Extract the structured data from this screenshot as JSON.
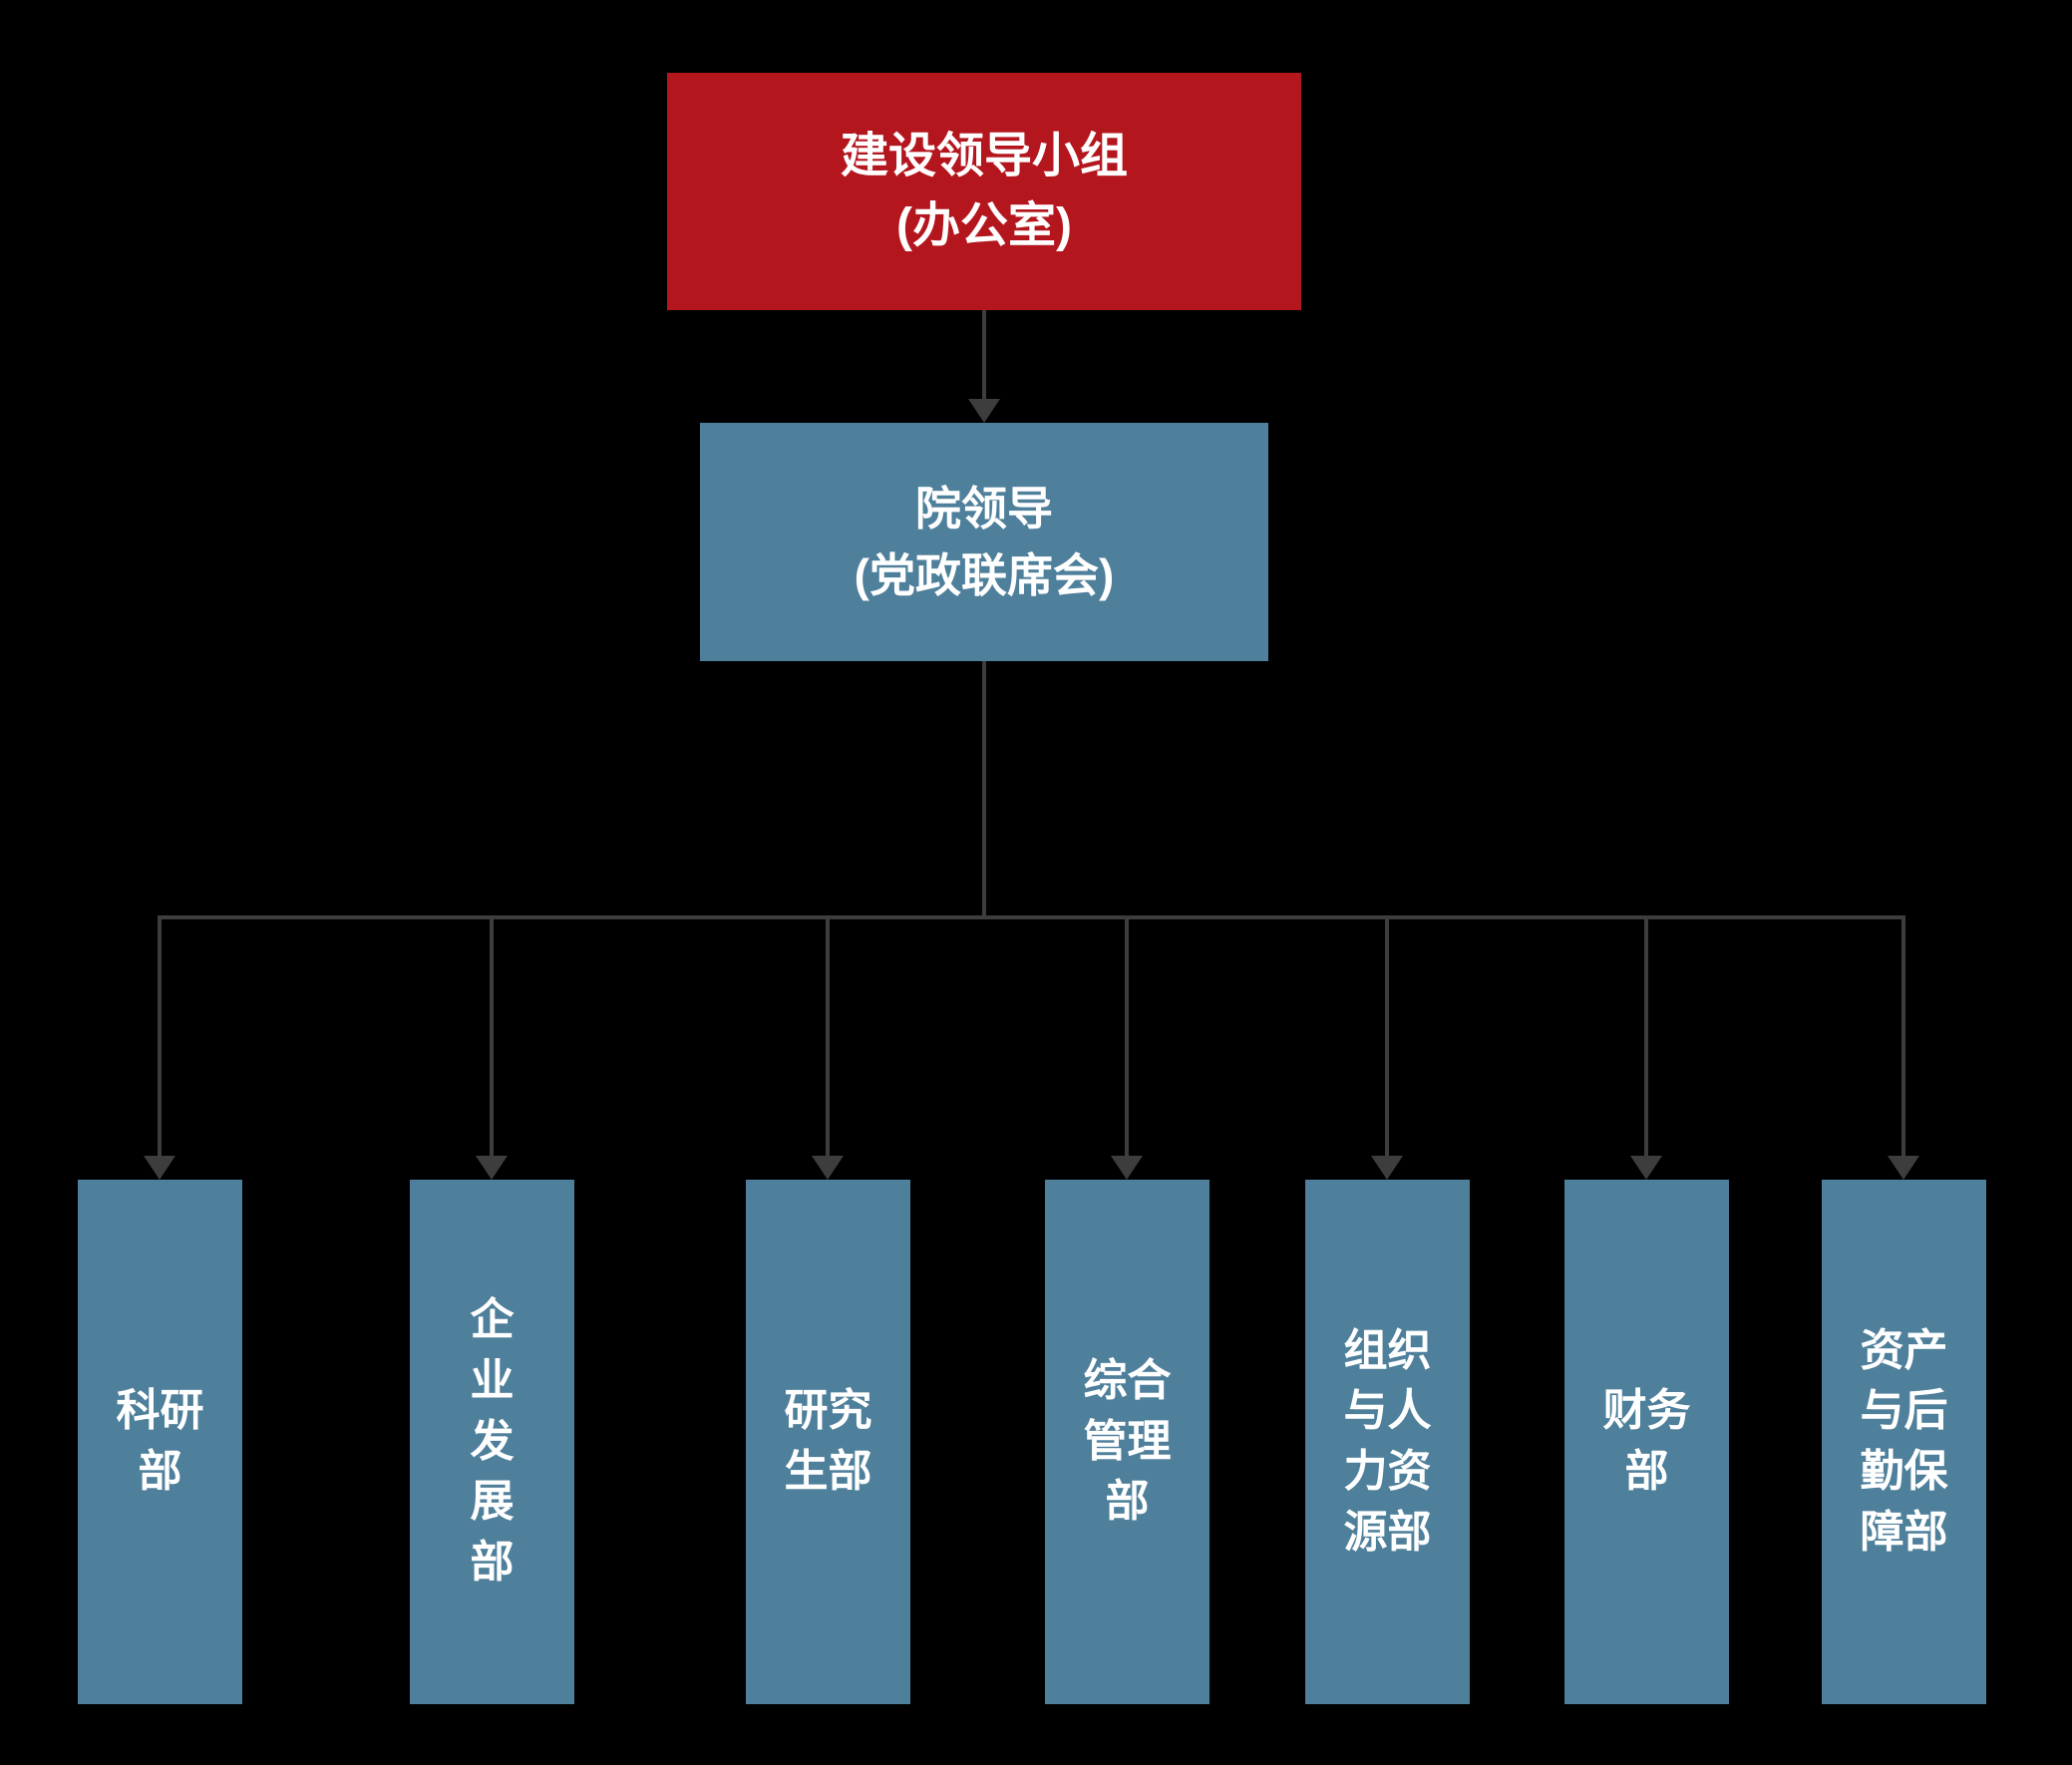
{
  "diagram": {
    "colors": {
      "background": "#000000",
      "root_box": "#b4161e",
      "dept_box": "#4e7f9b",
      "connector": "#3d3d3d",
      "text": "#ffffff"
    },
    "root_box": {
      "name": "建设领导小组(办公室)",
      "lines": [
        "建设领导小组",
        "(办公室)"
      ]
    },
    "leader_box": {
      "name": "院领导(党政联席会)",
      "lines": [
        "院领导",
        "(党政联席会)"
      ]
    },
    "departments": [
      {
        "name": "科研部",
        "lines": [
          "科研",
          "部"
        ]
      },
      {
        "name": "企业发展部",
        "lines": [
          "企",
          "业",
          "发",
          "展",
          "部"
        ]
      },
      {
        "name": "研究生部",
        "lines": [
          "研究",
          "生部"
        ]
      },
      {
        "name": "综合管理部",
        "lines": [
          "综合",
          "管理",
          "部"
        ]
      },
      {
        "name": "组织与人力资源部",
        "lines": [
          "组织",
          "与人",
          "力资",
          "源部"
        ]
      },
      {
        "name": "财务部",
        "lines": [
          "财务",
          "部"
        ]
      },
      {
        "name": "资产与后勤保障部",
        "lines": [
          "资产",
          "与后",
          "勤保",
          "障部"
        ]
      }
    ]
  }
}
